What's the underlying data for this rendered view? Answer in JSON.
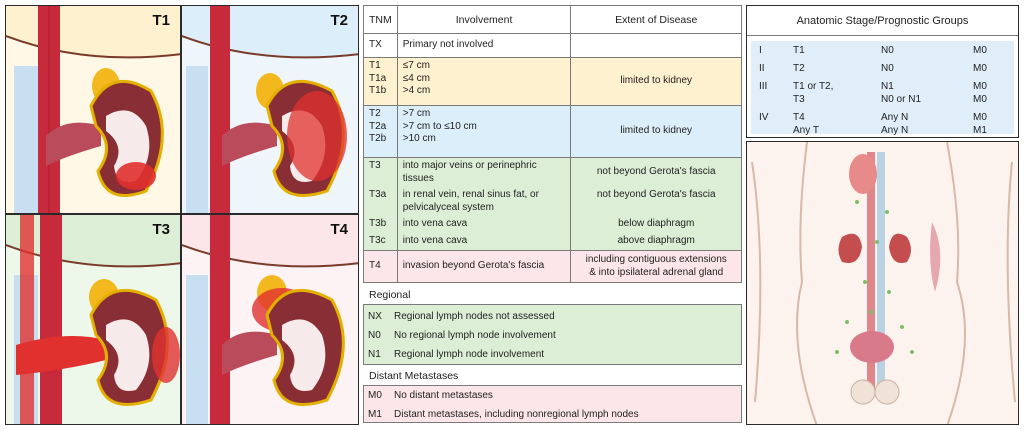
{
  "panels": [
    {
      "label": "T1"
    },
    {
      "label": "T2"
    },
    {
      "label": "T3"
    },
    {
      "label": "T4"
    }
  ],
  "tnm_table": {
    "headers": [
      "TNM",
      "Involvement",
      "Extent of Disease"
    ],
    "rows": [
      {
        "codes": [
          "TX"
        ],
        "involvement": [
          "Primary not involved"
        ],
        "extent": [
          ""
        ],
        "color": "white"
      },
      {
        "codes": [
          "T1",
          "T1a",
          "T1b"
        ],
        "involvement": [
          "≤7 cm",
          "≤4 cm",
          ">4 cm"
        ],
        "extent": [
          "limited to kidney"
        ],
        "color": "yellow"
      },
      {
        "codes": [
          "T2",
          "T2a",
          "T2b"
        ],
        "involvement": [
          ">7 cm",
          ">7 cm to ≤10 cm",
          ">10 cm"
        ],
        "extent": [
          "limited to kidney"
        ],
        "color": "blue"
      },
      {
        "codes": [
          "T3"
        ],
        "involvement": [
          "into major veins or perinephric tissues"
        ],
        "extent": [
          "not beyond Gerota's fascia"
        ],
        "color": "green"
      },
      {
        "codes": [
          "T3a"
        ],
        "involvement": [
          "in renal vein, renal sinus fat, or",
          "pelvicalyceal system"
        ],
        "extent": [
          "not beyond Gerota's fascia"
        ],
        "color": "green"
      },
      {
        "codes": [
          "T3b"
        ],
        "involvement": [
          "into vena cava"
        ],
        "extent": [
          "below diaphragm"
        ],
        "color": "green"
      },
      {
        "codes": [
          "T3c"
        ],
        "involvement": [
          "into vena cava"
        ],
        "extent": [
          "above diaphragm"
        ],
        "color": "green"
      },
      {
        "codes": [
          "T4"
        ],
        "involvement": [
          "invasion beyond Gerota's fascia"
        ],
        "extent": [
          "including contiguous extensions",
          "& into ipsilateral adrenal gland"
        ],
        "color": "pink"
      }
    ]
  },
  "regional": {
    "title": "Regional",
    "rows": [
      {
        "code": "NX",
        "text": "Regional lymph nodes not assessed"
      },
      {
        "code": "N0",
        "text": "No regional lymph node involvement"
      },
      {
        "code": "N1",
        "text": "Regional lymph node involvement"
      }
    ]
  },
  "distant": {
    "title": "Distant Metastases",
    "rows": [
      {
        "code": "M0",
        "text": "No distant metastases"
      },
      {
        "code": "M1",
        "text": "Distant metastases, including nonregional lymph nodes"
      }
    ]
  },
  "stages": {
    "title": "Anatomic Stage/Prognostic Groups",
    "rows": [
      {
        "stage": "I",
        "t": [
          "T1"
        ],
        "n": [
          "N0"
        ],
        "m": [
          "M0"
        ]
      },
      {
        "stage": "II",
        "t": [
          "T2"
        ],
        "n": [
          "N0"
        ],
        "m": [
          "M0"
        ]
      },
      {
        "stage": "III",
        "t": [
          "T1 or T2,",
          "T3"
        ],
        "n": [
          "N1",
          "N0 or N1"
        ],
        "m": [
          "M0",
          "M0"
        ]
      },
      {
        "stage": "IV",
        "t": [
          "T4",
          "Any T"
        ],
        "n": [
          "Any N",
          "Any N"
        ],
        "m": [
          "M0",
          "M1"
        ]
      }
    ]
  },
  "colors": {
    "yellow": "#fdf1cf",
    "blue": "#dceef9",
    "green": "#dcefd6",
    "pink": "#fce6ea",
    "kidney_capsule": "#7a3a2a",
    "tumor": "#e0312f",
    "adrenal": "#f2b81e",
    "vena_cava": "#c7dff0",
    "aorta": "#c72b3b"
  }
}
